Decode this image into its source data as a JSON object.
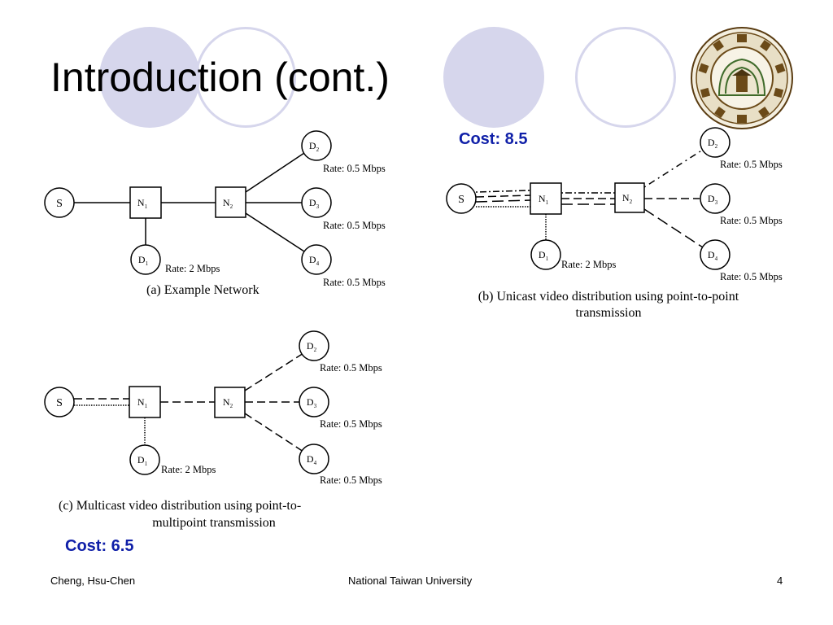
{
  "slide": {
    "title": "Introduction (cont.)",
    "seal_icon": "national-taiwan-university-seal",
    "accent_circle_color": "#d6d6ec",
    "cost_color": "#0f1fa8"
  },
  "labels": {
    "S": "S",
    "N1": "N",
    "N1_sub": "1",
    "N2": "N",
    "N2_sub": "2",
    "D1": "D",
    "D1_sub": "1",
    "D2": "D",
    "D2_sub": "2",
    "D3": "D",
    "D3_sub": "3",
    "D4": "D",
    "D4_sub": "4"
  },
  "rates": {
    "low": "Rate: 0.5 Mbps",
    "high": "Rate: 2 Mbps"
  },
  "captions": {
    "a": "(a) Example Network",
    "b_line1": "(b) Unicast video distribution using point-to-point",
    "b_line2": "transmission",
    "c_line1": "(c)  Multicast video distribution using point-to-",
    "c_line2": "multipoint transmission"
  },
  "costs": {
    "unicast": "Cost: 8.5",
    "multicast": "Cost: 6.5"
  },
  "footer": {
    "author": "Cheng, Hsu-Chen",
    "institution": "National Taiwan University",
    "page": "4"
  }
}
